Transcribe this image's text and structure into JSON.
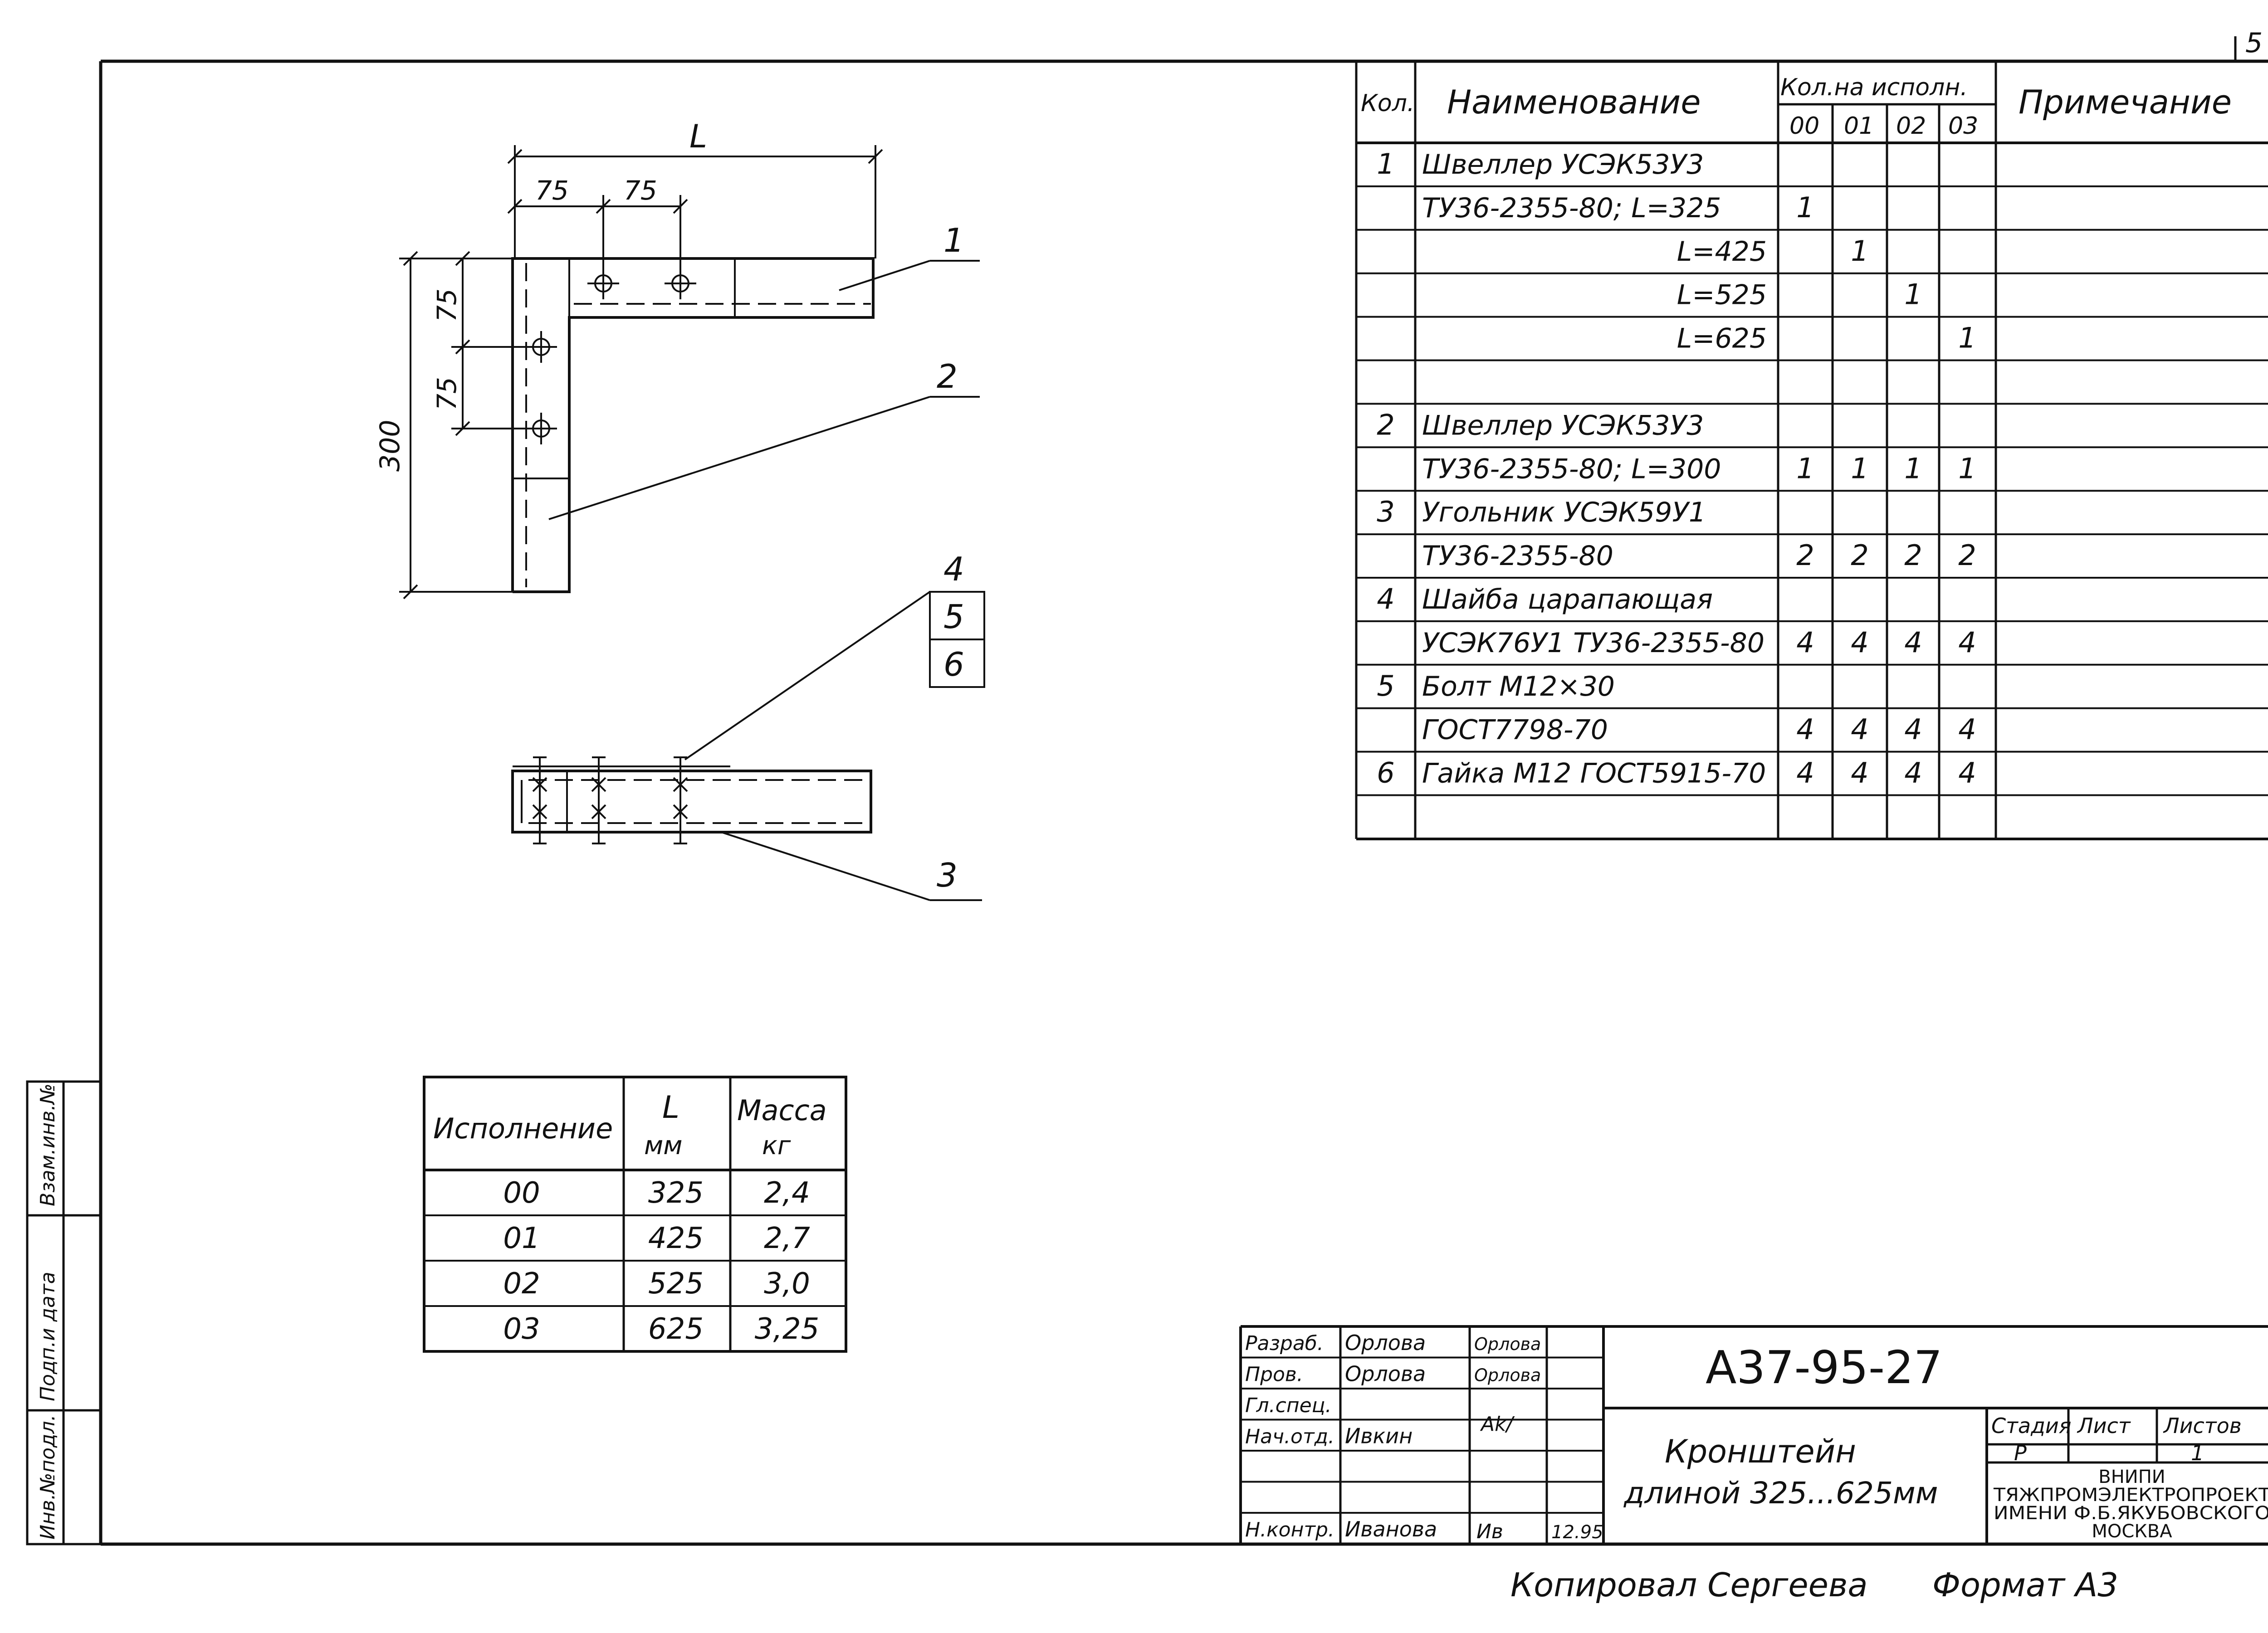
{
  "page_number": "5",
  "drawing": {
    "dim_L": "L",
    "dim_75_a": "75",
    "dim_75_b": "75",
    "dim_75_c": "75",
    "dim_75_d": "75",
    "dim_300": "300",
    "callouts": [
      "1",
      "2",
      "3",
      "4",
      "5",
      "6"
    ]
  },
  "spec_table": {
    "headers": {
      "qty": "Кол.",
      "name": "Наименование",
      "qty_per_variant": "Кол.на исполн.",
      "variants": [
        "00",
        "01",
        "02",
        "03"
      ],
      "note": "Примечание"
    },
    "rows": [
      {
        "pos": "1",
        "name": "Швеллер УСЭК53У3",
        "align": "left",
        "q": [
          "",
          "",
          "",
          ""
        ]
      },
      {
        "pos": "",
        "name": "ТУ36-2355-80; L=325",
        "align": "left",
        "q": [
          "1",
          "",
          "",
          ""
        ]
      },
      {
        "pos": "",
        "name": "L=425",
        "align": "right",
        "q": [
          "",
          "1",
          "",
          ""
        ]
      },
      {
        "pos": "",
        "name": "L=525",
        "align": "right",
        "q": [
          "",
          "",
          "1",
          ""
        ]
      },
      {
        "pos": "",
        "name": "L=625",
        "align": "right",
        "q": [
          "",
          "",
          "",
          "1"
        ]
      },
      {
        "pos": "",
        "name": "",
        "align": "left",
        "q": [
          "",
          "",
          "",
          ""
        ]
      },
      {
        "pos": "2",
        "name": "Швеллер УСЭК53У3",
        "align": "left",
        "q": [
          "",
          "",
          "",
          ""
        ]
      },
      {
        "pos": "",
        "name": "ТУ36-2355-80; L=300",
        "align": "left",
        "q": [
          "1",
          "1",
          "1",
          "1"
        ]
      },
      {
        "pos": "3",
        "name": "Угольник УСЭК59У1",
        "align": "left",
        "q": [
          "",
          "",
          "",
          ""
        ]
      },
      {
        "pos": "",
        "name": "ТУ36-2355-80",
        "align": "left",
        "q": [
          "2",
          "2",
          "2",
          "2"
        ]
      },
      {
        "pos": "4",
        "name": "Шайба царапающая",
        "align": "left",
        "q": [
          "",
          "",
          "",
          ""
        ]
      },
      {
        "pos": "",
        "name": "УСЭК76У1 ТУ36-2355-80",
        "align": "left",
        "q": [
          "4",
          "4",
          "4",
          "4"
        ]
      },
      {
        "pos": "5",
        "name": "Болт М12×30",
        "align": "left",
        "q": [
          "",
          "",
          "",
          ""
        ]
      },
      {
        "pos": "",
        "name": "ГОСТ7798-70",
        "align": "left",
        "q": [
          "4",
          "4",
          "4",
          "4"
        ]
      },
      {
        "pos": "6",
        "name": "Гайка М12 ГОСТ5915-70",
        "align": "left",
        "q": [
          "4",
          "4",
          "4",
          "4"
        ]
      },
      {
        "pos": "",
        "name": "",
        "align": "left",
        "q": [
          "",
          "",
          "",
          ""
        ]
      }
    ]
  },
  "variants_table": {
    "headers": {
      "variant": "Исполнение",
      "length": "L",
      "length_unit": "мм",
      "mass": "Масса",
      "mass_unit": "кг"
    },
    "rows": [
      {
        "variant": "00",
        "length": "325",
        "mass": "2,4"
      },
      {
        "variant": "01",
        "length": "425",
        "mass": "2,7"
      },
      {
        "variant": "02",
        "length": "525",
        "mass": "3,0"
      },
      {
        "variant": "03",
        "length": "625",
        "mass": "3,25"
      }
    ]
  },
  "left_strip": [
    "Взам.инв.№",
    "Подп.и дата",
    "Инв.№подл."
  ],
  "title_block": {
    "roles": [
      "Разраб.",
      "Пров.",
      "Гл.спец.",
      "Нач.отд.",
      "",
      "",
      "Н.контр."
    ],
    "names": [
      "Орлова",
      "Орлова",
      "",
      "Ивкин",
      "",
      "",
      "Иванова"
    ],
    "signatures": [
      "Орлова",
      "Орлова",
      "",
      "",
      "",
      "",
      ""
    ],
    "date": "12.95",
    "doc_number": "А37-95-27",
    "title_line1": "Кронштейн",
    "title_line2": "длиной 325...625мм",
    "stage_label": "Стадия",
    "sheet_label": "Лист",
    "sheets_label": "Листов",
    "stage_value": "Р",
    "sheets_value": "1",
    "org_line1": "ВНИПИ",
    "org_line2": "ТЯЖПРОМЭЛЕКТРОПРОЕКТ",
    "org_line3": "ИМЕНИ Ф.Б.ЯКУБОВСКОГО",
    "org_line4": "МОСКВА"
  },
  "footer": {
    "copied": "Копировал Сергеева",
    "format": "Формат А3"
  }
}
